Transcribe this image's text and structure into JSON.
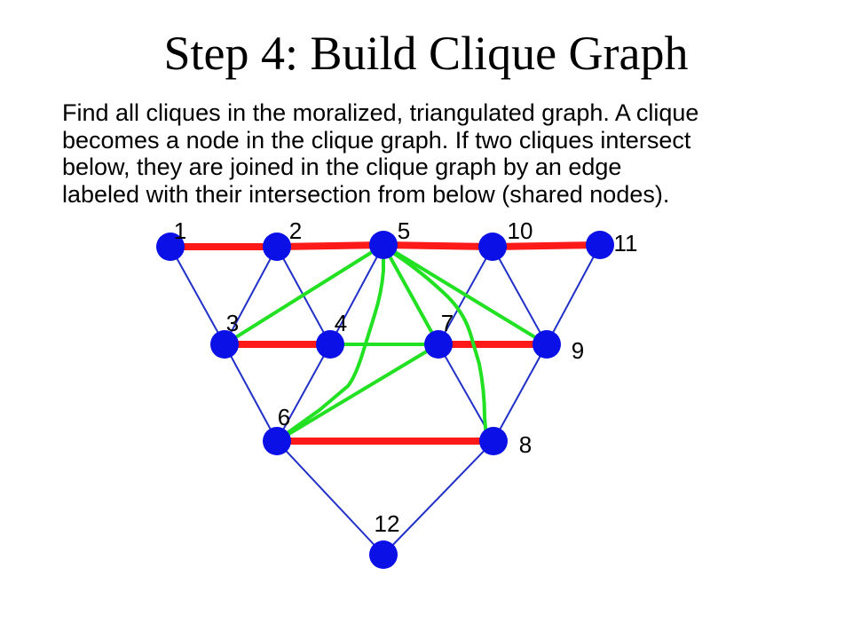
{
  "title": "Step 4: Build Clique Graph",
  "description": [
    "Find all cliques in the moralized, triangulated graph.  A clique",
    "becomes a node in the clique graph.  If two cliques intersect",
    "below, they are joined in the clique graph by an edge",
    "labeled with their intersection from below (shared nodes)."
  ],
  "colors": {
    "node": "#0a10e6",
    "structure_edge": "#2030c8",
    "moral_edge": "#ff1a1a",
    "triangulation_edge": "#22e022",
    "text": "#000000"
  },
  "nodes": [
    {
      "id": "1",
      "label": "1"
    },
    {
      "id": "2",
      "label": "2"
    },
    {
      "id": "5",
      "label": "5"
    },
    {
      "id": "10",
      "label": "10"
    },
    {
      "id": "11",
      "label": "11"
    },
    {
      "id": "3",
      "label": "3"
    },
    {
      "id": "4",
      "label": "4"
    },
    {
      "id": "7",
      "label": "7"
    },
    {
      "id": "9",
      "label": "9"
    },
    {
      "id": "6",
      "label": "6"
    },
    {
      "id": "8",
      "label": "8"
    },
    {
      "id": "12",
      "label": "12"
    }
  ],
  "edges": {
    "structure": [
      [
        "1",
        "3"
      ],
      [
        "2",
        "3"
      ],
      [
        "2",
        "4"
      ],
      [
        "5",
        "4"
      ],
      [
        "5",
        "7"
      ],
      [
        "10",
        "7"
      ],
      [
        "10",
        "9"
      ],
      [
        "11",
        "9"
      ],
      [
        "3",
        "6"
      ],
      [
        "4",
        "6"
      ],
      [
        "7",
        "8"
      ],
      [
        "9",
        "8"
      ],
      [
        "6",
        "12"
      ],
      [
        "8",
        "12"
      ]
    ],
    "moral": [
      [
        "1",
        "2"
      ],
      [
        "2",
        "5"
      ],
      [
        "5",
        "10"
      ],
      [
        "10",
        "11"
      ],
      [
        "3",
        "4"
      ],
      [
        "7",
        "9"
      ],
      [
        "6",
        "8"
      ]
    ],
    "triangulation": [
      [
        "5",
        "3"
      ],
      [
        "5",
        "6"
      ],
      [
        "5",
        "8"
      ],
      [
        "5",
        "9"
      ],
      [
        "5",
        "7"
      ],
      [
        "4",
        "7"
      ],
      [
        "6",
        "7"
      ]
    ]
  }
}
